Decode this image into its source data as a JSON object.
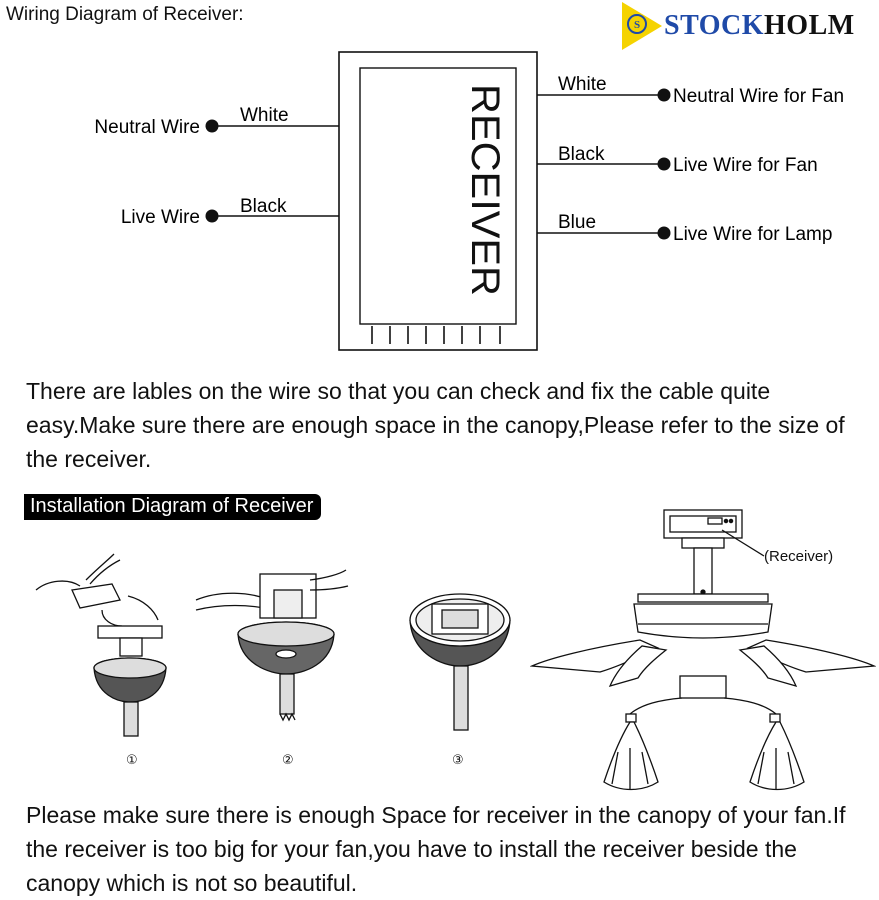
{
  "title": "Wiring Diagram of Receiver:",
  "logo": {
    "text_blue": "STOCK",
    "text_black": "HOLM",
    "brand_blue": "#1f4aa8",
    "brand_yellow": "#f5d300"
  },
  "wiring": {
    "receiver_label": "RECEIVER",
    "inputs": [
      {
        "name": "Neutral Wire",
        "color_label": "White"
      },
      {
        "name": "Live Wire",
        "color_label": "Black"
      }
    ],
    "outputs": [
      {
        "name": "Neutral Wire for Fan",
        "color_label": "White"
      },
      {
        "name": "Live Wire for Fan",
        "color_label": "Black"
      },
      {
        "name": "Live Wire for Lamp",
        "color_label": "Blue"
      }
    ]
  },
  "para1": "There are lables on the wire so that you can check and fix the cable quite easy.Make sure there are enough space in the canopy,Please refer to the size of the receiver.",
  "install": {
    "label": "Installation Diagram of Receiver",
    "steps": [
      "①",
      "②",
      "③"
    ],
    "receiver_callout": "(Receiver)"
  },
  "para2": "Please make sure there is enough Space for receiver in the canopy of your fan.If the receiver is too big for your fan,you have to install the receiver beside the canopy which is not so beautiful."
}
